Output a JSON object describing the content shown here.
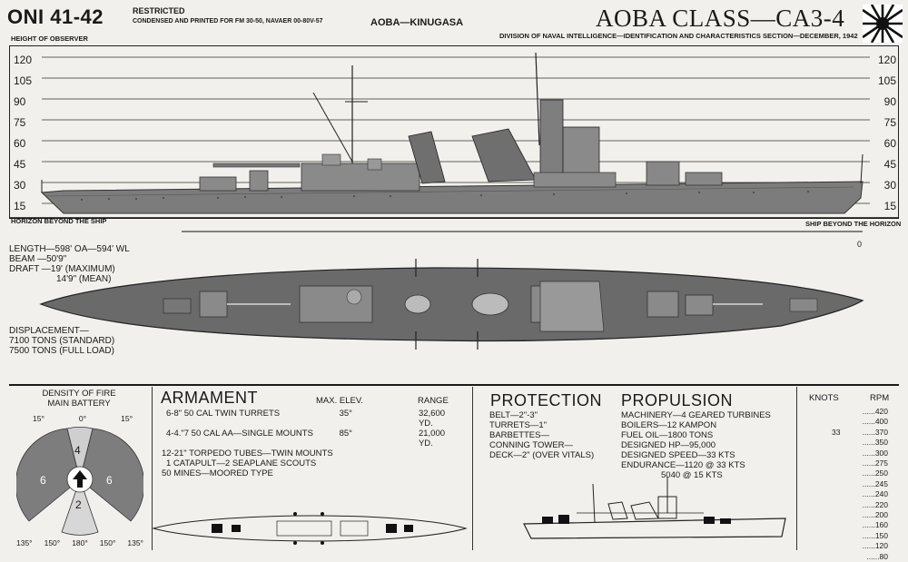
{
  "header": {
    "doc_id": "ONI 41-42",
    "restricted_line1": "RESTRICTED",
    "restricted_line2": "CONDENSED AND PRINTED FOR FM 30-50, NAVAER  00-80V-57",
    "ship_names": "AOBA—KINUGASA",
    "class_title": "AOBA CLASS—CA3-4",
    "division": "DIVISION OF NAVAL INTELLIGENCE—IDENTIFICATION AND CHARACTERISTICS SECTION—DECEMBER, 1942",
    "height_of_observer": "HEIGHT OF OBSERVER"
  },
  "profile": {
    "scale_left": [
      "120",
      "105",
      "90",
      "75",
      "60",
      "45",
      "30",
      "15"
    ],
    "scale_right": [
      "120",
      "105",
      "90",
      "75",
      "60",
      "45",
      "30",
      "15"
    ],
    "horizon_left": "HORIZON BEYOND THE SHIP",
    "horizon_right": "SHIP BEYOND THE HORIZON",
    "zero": "0"
  },
  "dimensions": {
    "length": "LENGTH—598' OA—594' WL",
    "beam": "BEAM    —50'9\"",
    "draft": "DRAFT   —19' (MAXIMUM)",
    "draft_mean": "14'9\" (MEAN)",
    "displacement": "DISPLACEMENT—",
    "disp_standard": "7100 TONS (STANDARD)",
    "disp_full": "7500 TONS (FULL LOAD)"
  },
  "density": {
    "title1": "DENSITY OF FIRE",
    "title2": "MAIN BATTERY",
    "top_angles": [
      "15°",
      "0°",
      "15°"
    ],
    "bottom_angles": [
      "135°",
      "150°",
      "180°",
      "150°",
      "135°"
    ],
    "sector_values": [
      "6",
      "4",
      "6",
      "2"
    ]
  },
  "armament": {
    "title": "ARMAMENT",
    "col_elev": "MAX. ELEV.",
    "col_range": "RANGE",
    "rows": [
      {
        "desc": "6-8\"  50 CAL TWIN TURRETS",
        "elev": "35°",
        "range": "32,600 YD."
      },
      {
        "desc": "4-4.\"7 50 CAL AA—SINGLE MOUNTS",
        "elev": "85°",
        "range": "21,000 YD."
      },
      {
        "desc": "12-21\" TORPEDO TUBES—TWIN MOUNTS",
        "elev": "",
        "range": ""
      },
      {
        "desc": "1 CATAPULT—2 SEAPLANE SCOUTS",
        "elev": "",
        "range": ""
      },
      {
        "desc": "50 MINES—MOORED TYPE",
        "elev": "",
        "range": ""
      }
    ]
  },
  "protection": {
    "title": "PROTECTION",
    "lines": [
      "BELT—2\"-3\"",
      "TURRETS—1\"",
      "BARBETTES—",
      "CONNING TOWER—",
      "DECK—2\" (OVER VITALS)"
    ]
  },
  "propulsion": {
    "title": "PROPULSION",
    "lines": [
      "MACHINERY—4 GEARED TURBINES",
      "BOILERS—12 KAMPON",
      "FUEL OIL—1800 TONS",
      "DESIGNED HP—95,000",
      "DESIGNED SPEED—33 KTS",
      "ENDURANCE—1120 @ 33 KTS",
      "5040 @ 15 KTS"
    ]
  },
  "speed_table": {
    "knots_label": "KNOTS",
    "rpm_label": "RPM",
    "knots_value": "33",
    "rpm_values": [
      "420",
      "400",
      "370",
      "350",
      "300",
      "275",
      "250",
      "245",
      "240",
      "220",
      "200",
      "160",
      "150",
      "120",
      "80"
    ]
  },
  "colors": {
    "paper": "#f1f0ec",
    "hull": "#7c7c7c",
    "deck": "#6a6a6a",
    "ink": "#1a1a1a"
  }
}
